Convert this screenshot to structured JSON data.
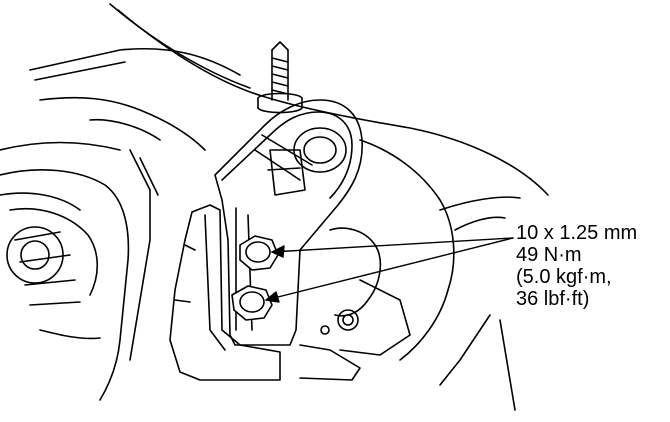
{
  "callout": {
    "size": "10 x 1.25 mm",
    "torque_nm": "49 N·m",
    "torque_kgfm": "(5.0 kgf·m,",
    "torque_lbfft": "36 lbf·ft)"
  },
  "colors": {
    "line": "#000000",
    "background": "#ffffff",
    "shade": "#d0d0d0"
  }
}
